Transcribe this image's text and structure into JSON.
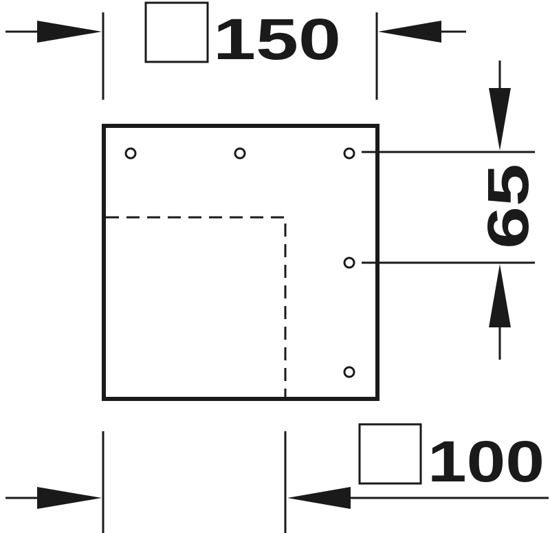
{
  "dimensions": {
    "outer_width": "150",
    "inner_width": "100",
    "hole_spacing": "65"
  },
  "colors": {
    "line": "#1a1a1a",
    "background": "#ffffff"
  },
  "symbols": {
    "square_symbol": "square-dimension-icon"
  }
}
